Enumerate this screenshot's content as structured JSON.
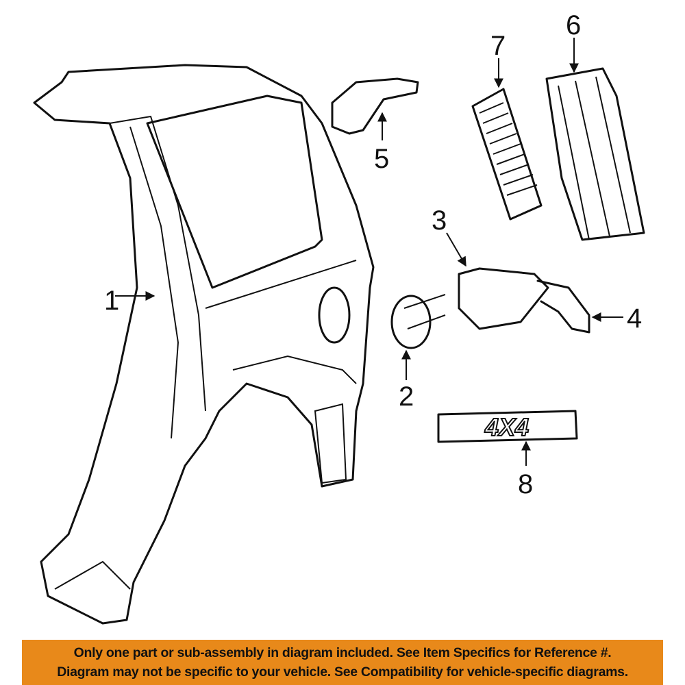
{
  "callouts": [
    "1",
    "2",
    "3",
    "4",
    "5",
    "6",
    "7",
    "8"
  ],
  "badge_text": "4X4",
  "banner": {
    "line1": "Only one part or sub-assembly in diagram included. See Item Specifics for Reference #.",
    "line2": "Diagram may not be specific to your vehicle. See Compatibility for vehicle-specific diagrams.",
    "color": "#e8891a"
  }
}
